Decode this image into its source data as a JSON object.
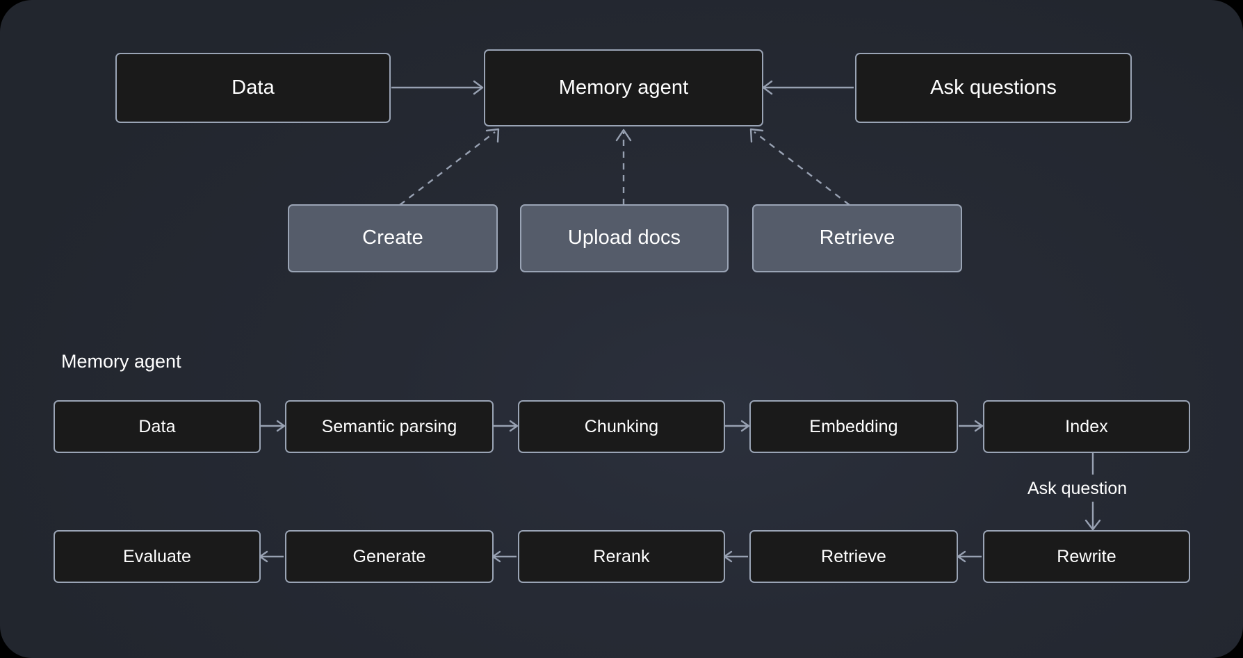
{
  "canvas": {
    "background_color": "#242832",
    "box_border_color": "#9aa4b5",
    "box_dark_fill": "#1a1a1a",
    "box_slate_fill": "#555c6a",
    "connector_color": "#98a1b2",
    "text_color": "#ffffff"
  },
  "overview": {
    "nodes": {
      "data": "Data",
      "memory_agent": "Memory agent",
      "ask_questions": "Ask questions"
    },
    "actions": [
      {
        "label": "Create"
      },
      {
        "label": "Upload docs"
      },
      {
        "label": "Retrieve"
      }
    ]
  },
  "detail": {
    "section_title": "Memory agent",
    "ingest_pipeline": [
      {
        "label": "Data"
      },
      {
        "label": "Semantic parsing"
      },
      {
        "label": "Chunking"
      },
      {
        "label": "Embedding"
      },
      {
        "label": "Index"
      }
    ],
    "transition_label": "Ask question",
    "query_pipeline": [
      {
        "label": "Rewrite"
      },
      {
        "label": "Retrieve"
      },
      {
        "label": "Rerank"
      },
      {
        "label": "Generate"
      },
      {
        "label": "Evaluate"
      }
    ]
  }
}
